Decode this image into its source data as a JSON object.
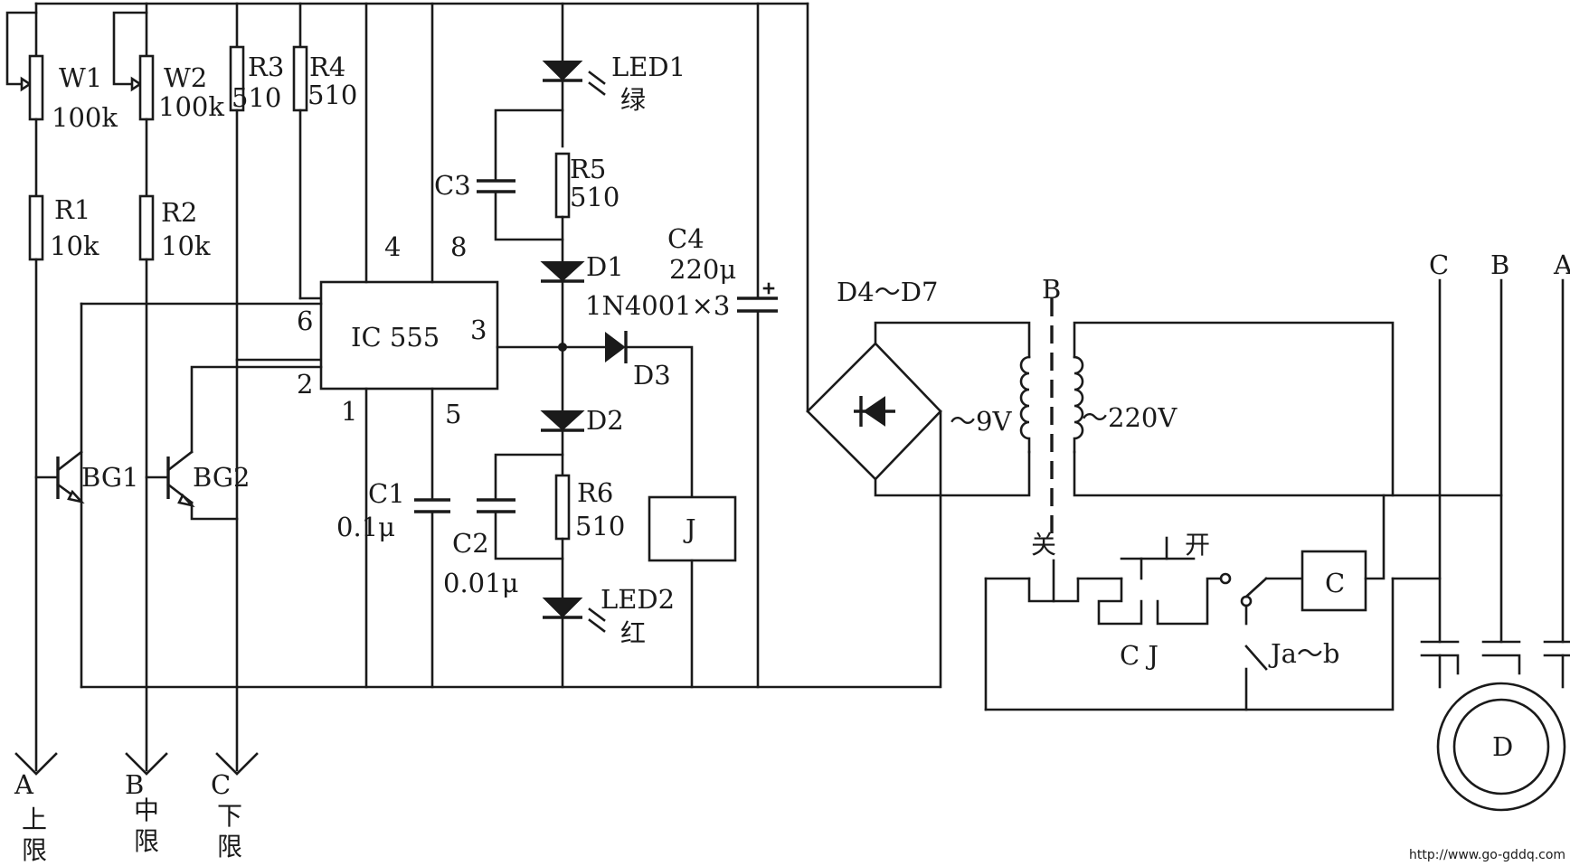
{
  "labels": {
    "w1": "W1",
    "w1_val": "100k",
    "w2": "W2",
    "w2_val": "100k",
    "r3": "R3",
    "r3_val": "510",
    "r4": "R4",
    "r4_val": "510",
    "r1": "R1",
    "r1_val": "10k",
    "r2": "R2",
    "r2_val": "10k",
    "r5": "R5",
    "r5_val": "510",
    "r6": "R6",
    "r6_val": "510",
    "c1": "C1",
    "c1_val": "0.1μ",
    "c2": "C2",
    "c2_val": "0.01μ",
    "c3": "C3",
    "c4": "C4",
    "c4_val": "220μ",
    "ic": "IC 555",
    "pin1": "1",
    "pin2": "2",
    "pin3": "3",
    "pin4": "4",
    "pin5": "5",
    "pin6": "6",
    "pin8": "8",
    "led1": "LED1",
    "led1_color": "绿",
    "led2": "LED2",
    "led2_color": "红",
    "d1": "D1",
    "d2": "D2",
    "d3": "D3",
    "diode_type": "1N4001×3",
    "bridge": "D4～D7",
    "transformer": "B",
    "v_secondary": "～9V",
    "v_primary": "～220V",
    "relay": "J",
    "contactor": "C",
    "bg1": "BG1",
    "bg2": "BG2",
    "sw_off": "关",
    "sw_on": "开",
    "cj": "C J",
    "ja_b": "Ja～b",
    "phase_c": "C",
    "phase_b": "B",
    "phase_a": "A",
    "motor": "D",
    "probe_a": "A",
    "probe_b": "B",
    "probe_c": "C",
    "probe_a_text": "上限",
    "probe_b_text": "中限",
    "probe_c_text": "下限",
    "watermark": "http://www.go-gddq.com"
  }
}
